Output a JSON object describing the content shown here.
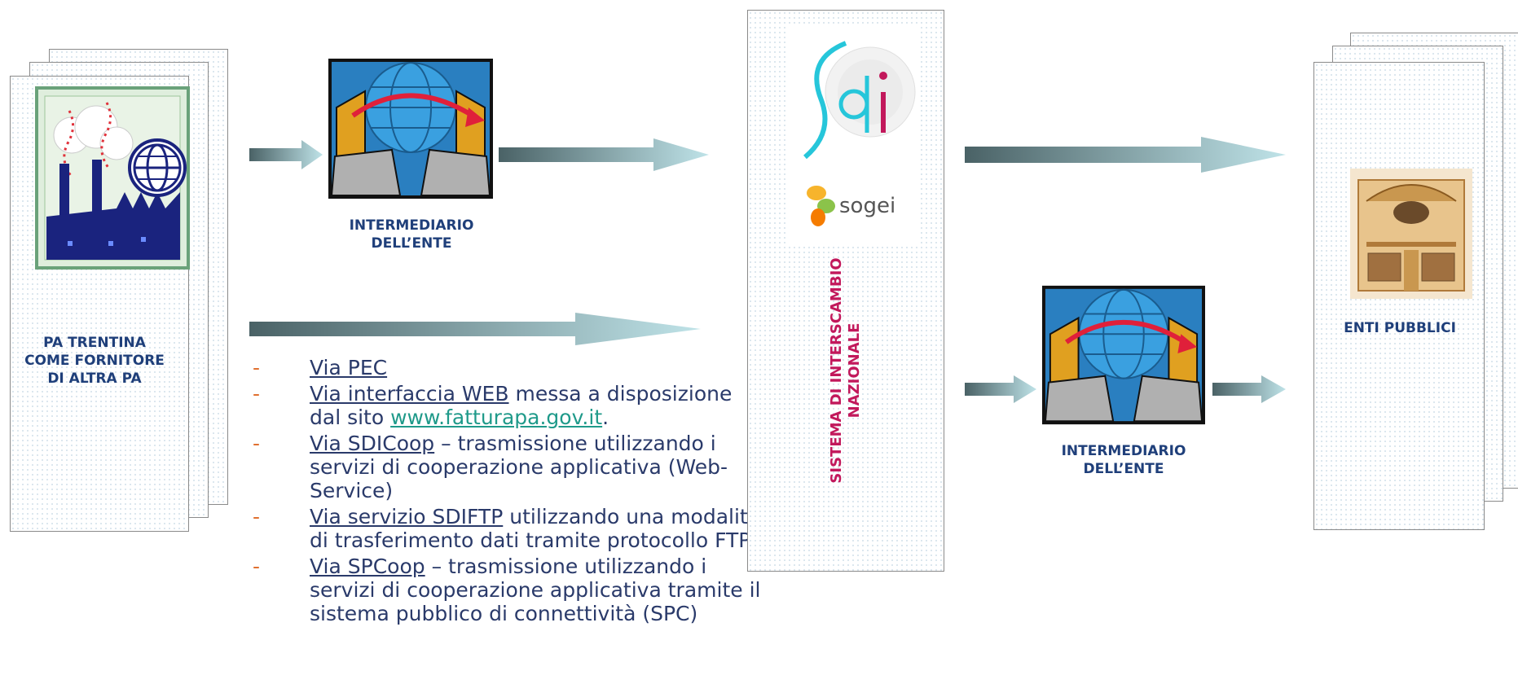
{
  "supplier": {
    "label_line1": "PA TRENTINA",
    "label_line2": "COME FORNITORE",
    "label_line3": "DI ALTRA PA"
  },
  "intermediary_top": {
    "line1": "INTERMEDIARIO",
    "line2": "DELL’ENTE"
  },
  "intermediary_bottom": {
    "line1": "INTERMEDIARIO",
    "line2": "DELL’ENTE"
  },
  "sdi": {
    "vertical_line1": "SISTEMA DI INTERSCAMBIO",
    "vertical_line2": "NAZIONALE",
    "logo_text": "sdi",
    "sogei_text": "sogei"
  },
  "public_entities": {
    "label": "ENTI PUBBLICI"
  },
  "channels": [
    {
      "link": "Via PEC",
      "rest": ""
    },
    {
      "link": "Via interfaccia WEB",
      "rest": " messa a disposizione dal sito ",
      "url": "www.fatturapa.gov.it",
      "tail": "."
    },
    {
      "link": "Via SDICoop",
      "rest": " – trasmissione utilizzando i servizi di cooperazione applicativa (Web-Service)"
    },
    {
      "link": "Via servizio SDIFTP",
      "rest": " utilizzando una modalità di trasferimento dati tramite protocollo FTP"
    },
    {
      "link": "Via SPCoop",
      "rest": " – trasmissione utilizzando i servizi di cooperazione applicativa tramite il sistema pubblico di connettività (SPC)"
    }
  ],
  "list_bullet": "-",
  "colors": {
    "label_blue": "#1f3f7a",
    "sdi_magenta": "#c2185b",
    "url_teal": "#1f9a8a",
    "bullet_orange": "#e07030",
    "arrow_dark": "#4a6266",
    "arrow_light": "#b9dfe3"
  }
}
